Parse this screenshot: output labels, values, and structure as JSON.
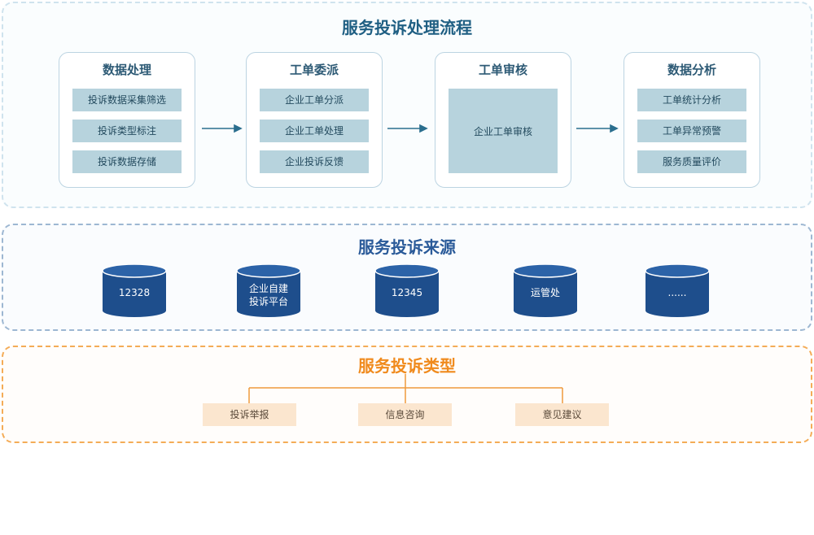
{
  "process": {
    "title": "服务投诉处理流程",
    "stages": [
      {
        "title": "数据处理",
        "items": [
          "投诉数据采集筛选",
          "投诉类型标注",
          "投诉数据存储"
        ]
      },
      {
        "title": "工单委派",
        "items": [
          "企业工单分派",
          "企业工单处理",
          "企业投诉反馈"
        ]
      },
      {
        "title": "工单审核",
        "items": [
          "企业工单审核"
        ]
      },
      {
        "title": "数据分析",
        "items": [
          "工单统计分析",
          "工单异常预警",
          "服务质量评价"
        ]
      }
    ]
  },
  "sources": {
    "title": "服务投诉来源",
    "items": [
      "12328",
      "企业自建",
      "投诉平台",
      "12345",
      "运管处",
      "......"
    ]
  },
  "types": {
    "title": "服务投诉类型",
    "items": [
      "投诉举报",
      "信息咨询",
      "意见建议"
    ]
  },
  "colors": {
    "process_title": "#1f5f83",
    "source_title": "#2a5a99",
    "type_title": "#f08a1c",
    "chip_fill": "#b7d3dd",
    "cylinder_fill": "#1e4e8c",
    "type_box_fill": "#fbe6cf",
    "connector_orange": "#ef9a3c",
    "arrow": "#2a6e8e"
  }
}
